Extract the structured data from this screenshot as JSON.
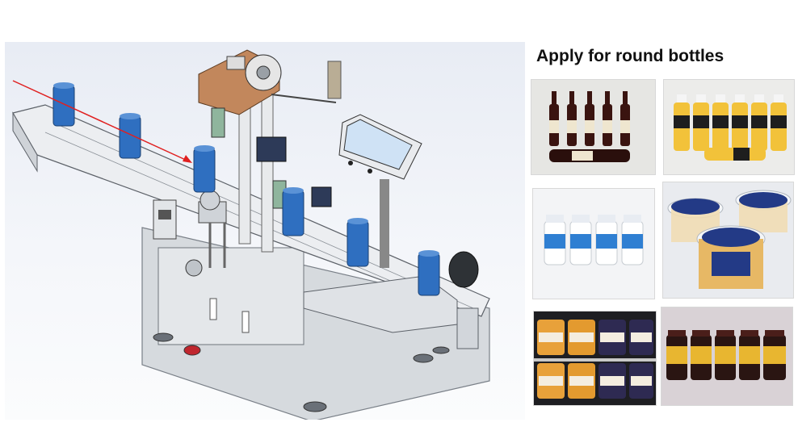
{
  "headline": "Apply for round bottles",
  "machine": {
    "label": "round bottle labeling machine illustration",
    "icon": "labeling-machine-icon",
    "colors": {
      "bottle": "#2f6fc0",
      "frame": "#d9dde2",
      "arrow": "#e02020",
      "screen": "#cfe2f5"
    }
  },
  "gallery": [
    {
      "name": "wine-bottles-photo",
      "icon": "wine-bottle-icon"
    },
    {
      "name": "juice-bottles-photo",
      "icon": "juice-bottle-icon"
    },
    {
      "name": "pill-bottles-photo",
      "icon": "pill-bottle-icon"
    },
    {
      "name": "plastic-cups-photo",
      "icon": "cup-icon"
    },
    {
      "name": "jam-jars-shelf-photo",
      "icon": "jar-icon"
    },
    {
      "name": "honey-jars-photo",
      "icon": "jar-icon"
    }
  ]
}
